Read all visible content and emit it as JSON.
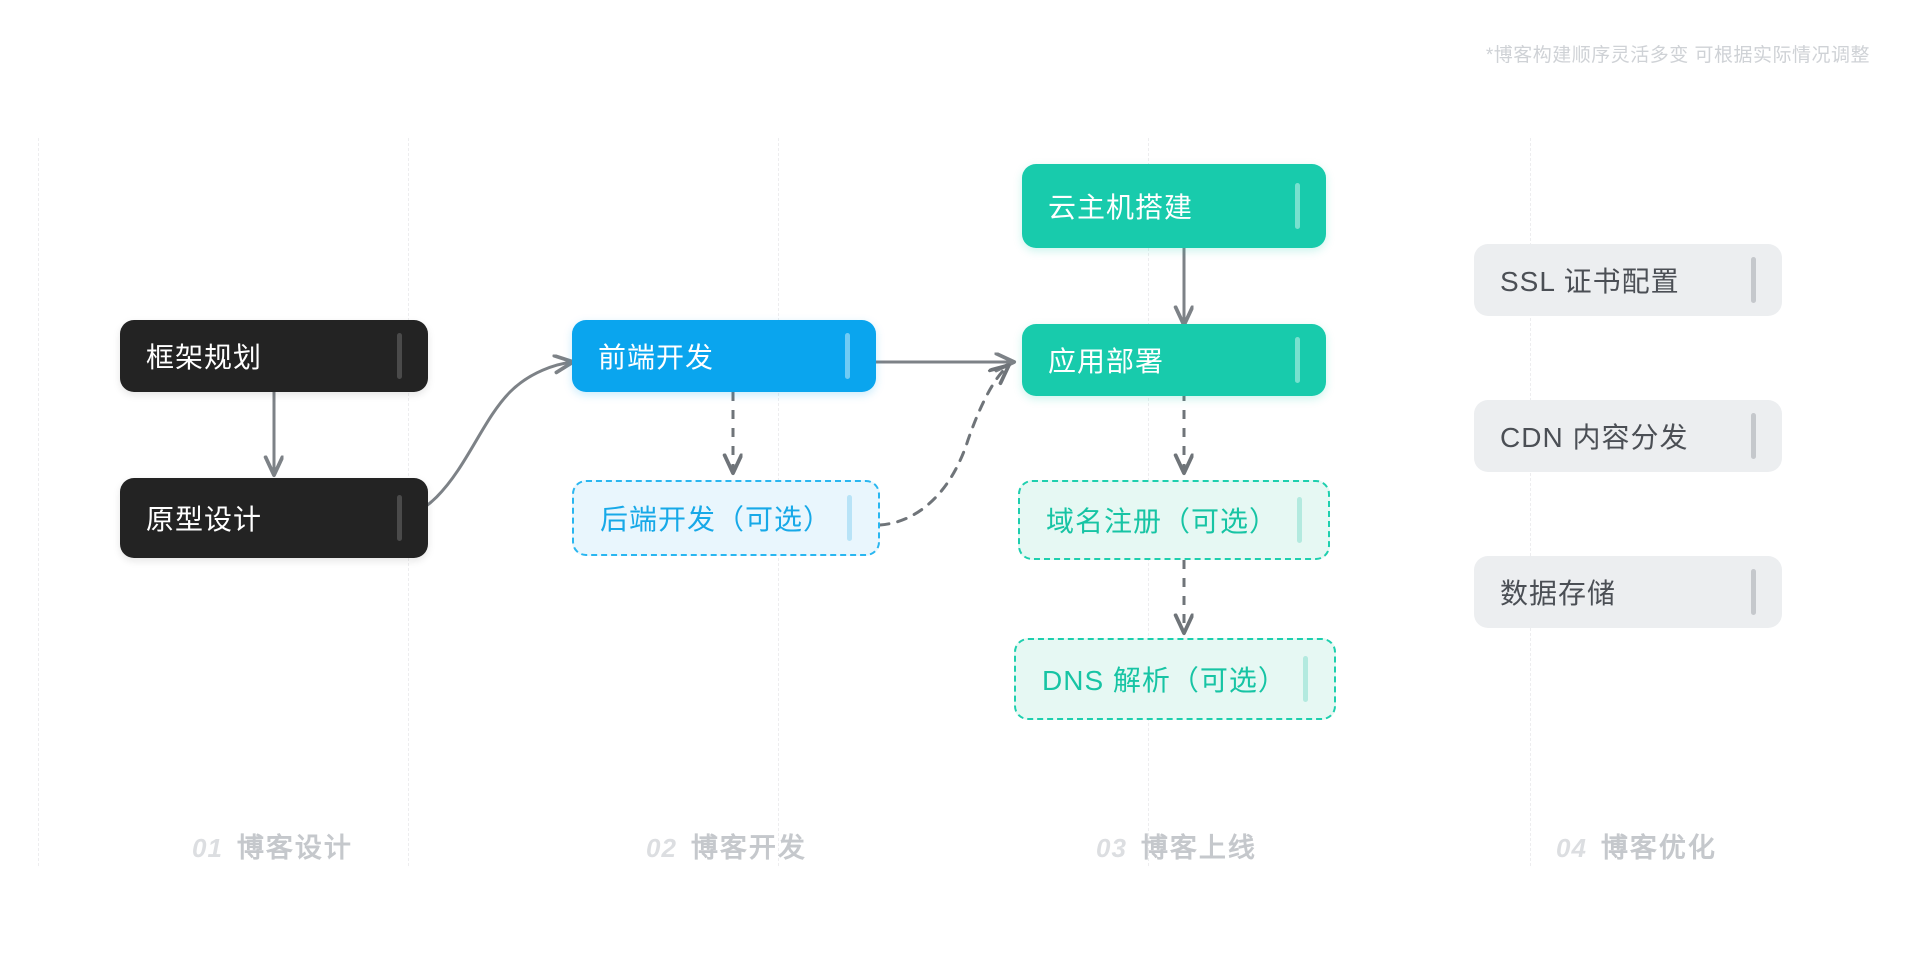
{
  "footnote": "*博客构建顺序灵活多变 可根据实际情况调整",
  "colors": {
    "dark": "#232323",
    "blue": "#0aa5ee",
    "blue_light_bg": "#e9f6fd",
    "blue_light_border": "#29b6f0",
    "teal": "#18cbac",
    "teal_light_bg": "#e6f8f3",
    "teal_light_border": "#1ecfae",
    "gray_bg": "#eceef0",
    "gray_text": "#4b4f55",
    "connector": "#7d8287",
    "divider": "#ededef",
    "caption_num": "#dcdee1",
    "caption_label": "#c5c8cc",
    "footnote": "#cfd2d6"
  },
  "stages": [
    {
      "num": "01",
      "label": "博客设计"
    },
    {
      "num": "02",
      "label": "博客开发"
    },
    {
      "num": "03",
      "label": "博客上线"
    },
    {
      "num": "04",
      "label": "博客优化"
    }
  ],
  "nodes": [
    {
      "id": "framework-planning",
      "label": "框架规划",
      "stage": "01",
      "style": "dark",
      "optional": false
    },
    {
      "id": "prototype-design",
      "label": "原型设计",
      "stage": "01",
      "style": "dark",
      "optional": false
    },
    {
      "id": "frontend-dev",
      "label": "前端开发",
      "stage": "02",
      "style": "blue",
      "optional": false
    },
    {
      "id": "backend-dev",
      "label": "后端开发（可选）",
      "stage": "02",
      "style": "blue-dashed",
      "optional": true
    },
    {
      "id": "cloud-host-setup",
      "label": "云主机搭建",
      "stage": "03",
      "style": "teal",
      "optional": false
    },
    {
      "id": "app-deploy",
      "label": "应用部署",
      "stage": "03",
      "style": "teal",
      "optional": false
    },
    {
      "id": "domain-register",
      "label": "域名注册（可选）",
      "stage": "03",
      "style": "teal-dashed",
      "optional": true
    },
    {
      "id": "dns-resolve",
      "label": "DNS 解析（可选）",
      "stage": "03",
      "style": "teal-dashed",
      "optional": true
    },
    {
      "id": "ssl-cert",
      "label": "SSL 证书配置",
      "stage": "04",
      "style": "gray",
      "optional": false
    },
    {
      "id": "cdn-delivery",
      "label": "CDN 内容分发",
      "stage": "04",
      "style": "gray",
      "optional": false
    },
    {
      "id": "data-storage",
      "label": "数据存储",
      "stage": "04",
      "style": "gray",
      "optional": false
    }
  ],
  "edges": [
    {
      "from": "framework-planning",
      "to": "prototype-design",
      "style": "solid-straight"
    },
    {
      "from": "prototype-design",
      "to": "frontend-dev",
      "style": "solid-curve"
    },
    {
      "from": "frontend-dev",
      "to": "backend-dev",
      "style": "dashed-straight"
    },
    {
      "from": "frontend-dev",
      "to": "app-deploy",
      "style": "solid-straight"
    },
    {
      "from": "backend-dev",
      "to": "app-deploy",
      "style": "dashed-curve"
    },
    {
      "from": "cloud-host-setup",
      "to": "app-deploy",
      "style": "solid-straight"
    },
    {
      "from": "app-deploy",
      "to": "domain-register",
      "style": "dashed-straight"
    },
    {
      "from": "domain-register",
      "to": "dns-resolve",
      "style": "dashed-straight"
    }
  ]
}
